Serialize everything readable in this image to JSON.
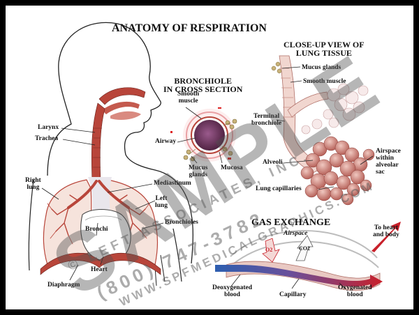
{
  "title": "ANATOMY OF RESPIRATION",
  "sections": {
    "bronchiole": "BRONCHIOLE\nIN CROSS SECTION",
    "lung_tissue": "CLOSE-UP VIEW OF\nLUNG TISSUE",
    "gas_exchange": "GAS EXCHANGE"
  },
  "labels": {
    "larynx": "Larynx",
    "trachea": "Trachea",
    "right_lung": "Right\nlung",
    "mediastinum": "Mediastinum",
    "left_lung": "Left\nlung",
    "bronchi": "Bronchi",
    "bronchioles": "Bronchioles",
    "heart": "Heart",
    "diaphragm": "Diaphragm",
    "smooth_muscle_cs": "Smooth\nmuscle",
    "airway": "Airway",
    "mucus_glands_cs": "Mucus\nglands",
    "mucosa": "Mucosa",
    "mucus_glands_lt": "Mucus glands",
    "smooth_muscle_lt": "Smooth muscle",
    "terminal_bronchiole": "Terminal\nbronchiole",
    "alveoli": "Alveoli",
    "airspace_alveolar": "Airspace\nwithin\nalveolar\nsac",
    "lung_capillaries": "Lung capillaries",
    "airspace": "Airspace",
    "o2": "O2",
    "co2": "CO2",
    "to_heart": "To heart\nand body",
    "deoxygenated": "Deoxygenated\nblood",
    "capillary": "Capillary",
    "oxygenated": "Oxygenated\nblood"
  },
  "watermark": {
    "sample": "SAMPLE",
    "line1": "© LEFT ASSOCIATES, INC.",
    "line2": "(800) 747-3782",
    "line3": "WWW.SPFMEDICALGRAPHICS.COM"
  },
  "colors": {
    "muscle": "#b8453a",
    "lung_fill": "#f6e3dc",
    "deoxy": "#2e5fb0",
    "oxy": "#c8202a",
    "capillary_pink": "#e9c9c3"
  }
}
